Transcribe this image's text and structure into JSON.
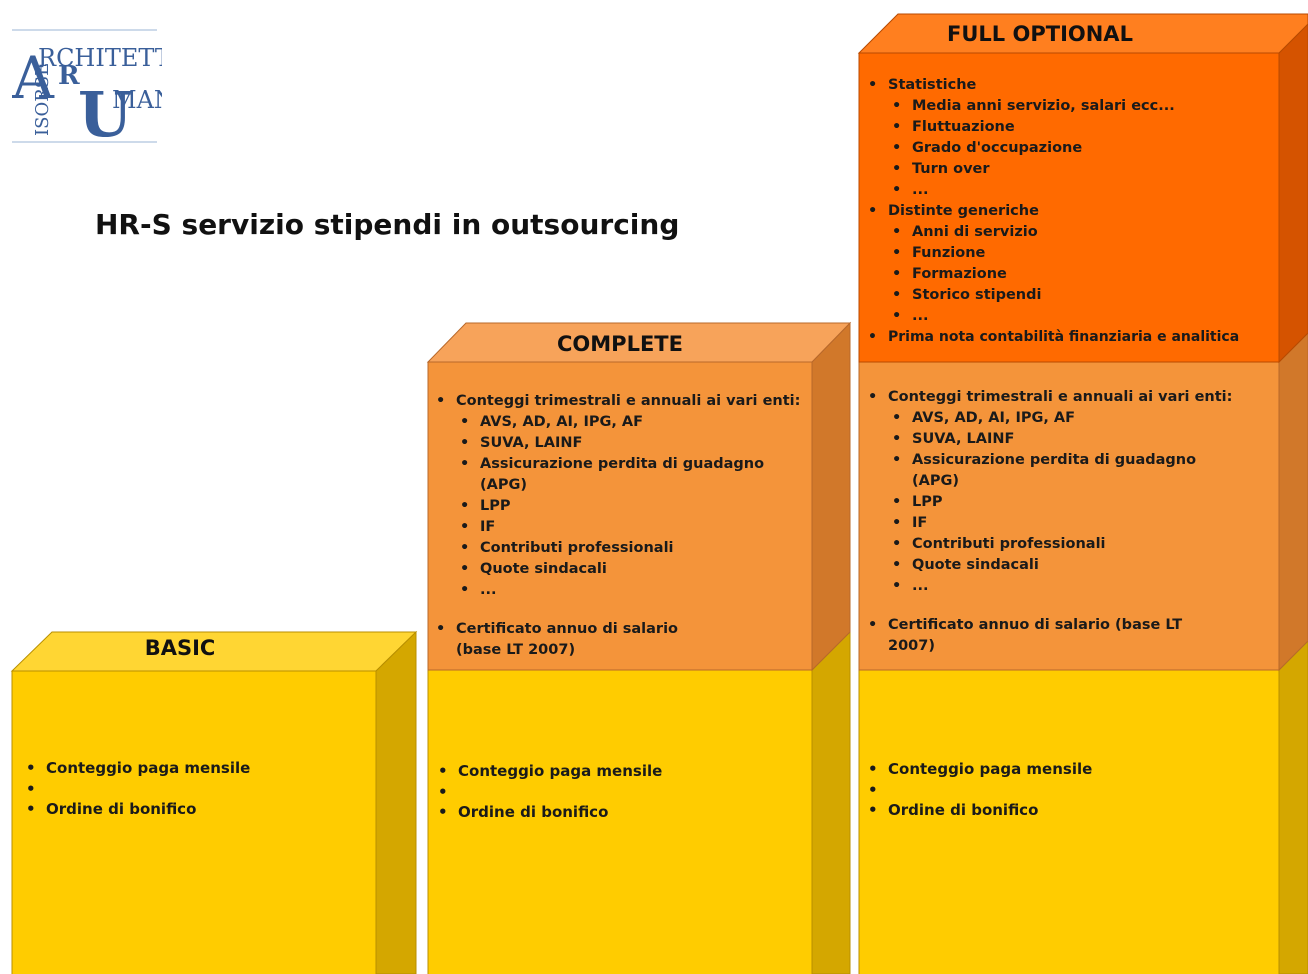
{
  "logo": {
    "lines": [
      "RCHITETTURA",
      "ISORSE",
      "MANE"
    ],
    "initials": [
      "A",
      "R",
      "U"
    ]
  },
  "title": "HR-S servizio stipendi in outsourcing",
  "colors": {
    "basic_front": "#FFCC00",
    "basic_top": "#FFD633",
    "basic_side": "#D4A700",
    "complete_front": "#F4943A",
    "complete_top": "#F7A35A",
    "complete_side": "#D1782A",
    "full_front": "#FF6A00",
    "full_top": "#FF7F1F",
    "full_side": "#D55300"
  },
  "boxes": {
    "basic": {
      "label": "BASIC",
      "items": [
        "Conteggio paga mensile",
        "Ordine di bonifico"
      ]
    },
    "complete": {
      "label": "COMPLETE",
      "base_items": [
        "Conteggio paga mensile",
        "Ordine di bonifico"
      ],
      "middle": {
        "heading": "Conteggi trimestrali e annuali ai vari enti:",
        "subitems": [
          "AVS, AD, AI, IPG, AF",
          "SUVA, LAINF",
          "Assicurazione perdita di guadagno (APG)",
          "LPP",
          "IF",
          "Contributi professionali",
          "Quote sindacali",
          "..."
        ],
        "certificate": "Certificato annuo di salario (base LT 2007)"
      }
    },
    "full": {
      "label": "FULL OPTIONAL",
      "base_items": [
        "Conteggio paga mensile",
        "Ordine di bonifico"
      ],
      "middle": {
        "heading": "Conteggi trimestrali e annuali ai vari enti:",
        "subitems": [
          "AVS, AD, AI, IPG, AF",
          "SUVA, LAINF",
          "Assicurazione perdita di guadagno (APG)",
          "LPP",
          "IF",
          "Contributi professionali",
          "Quote sindacali",
          "..."
        ],
        "certificate": "Certificato annuo di salario (base LT 2007)"
      },
      "top": {
        "stats_heading": "Statistiche",
        "stats_items": [
          "Media anni servizio, salari ecc...",
          "Fluttuazione",
          "Grado d'occupazione",
          "Turn over",
          "..."
        ],
        "lists_heading": "Distinte generiche",
        "lists_items": [
          "Anni di servizio",
          "Funzione",
          "Formazione",
          "Storico stipendi",
          "..."
        ],
        "accounting": "Prima nota contabilità finanziaria e analitica"
      }
    }
  }
}
